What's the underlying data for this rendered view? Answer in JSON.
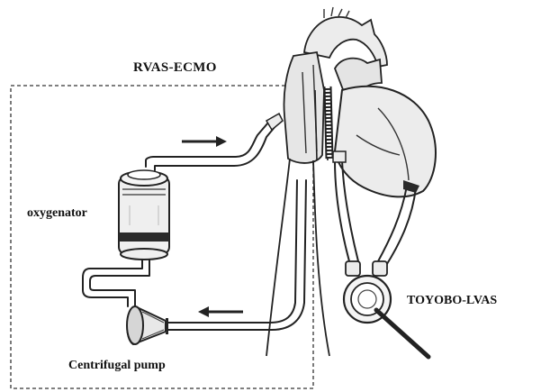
{
  "labels": {
    "rvas_ecmo": "RVAS-ECMO",
    "oxygenator": "oxygenator",
    "toyobo_lvas": "TOYOBO-LVAS",
    "centrifugal_pump": "Centrifugal pump"
  },
  "colors": {
    "line": "#222222",
    "fill_light": "#ececec",
    "fill_dark": "#2a2a2a",
    "background": "#ffffff"
  },
  "icons": [
    "heart-illustration",
    "oxygenator-canister",
    "centrifugal-pump-cone",
    "lvas-pump-ring",
    "flow-arrow"
  ]
}
